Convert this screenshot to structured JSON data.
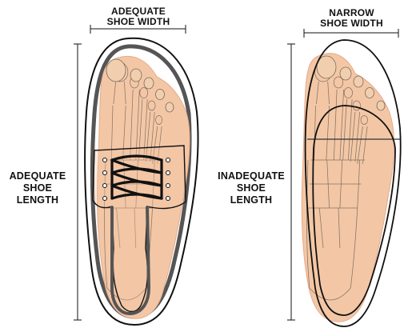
{
  "labels": {
    "adequate_width_1": "ADEQUATE",
    "adequate_width_2": "SHOE WIDTH",
    "narrow_width_1": "NARROW",
    "narrow_width_2": "SHOE WIDTH",
    "adequate_length_1": "ADEQUATE",
    "adequate_length_2": "SHOE",
    "adequate_length_3": "LENGTH",
    "inadequate_length_1": "INADEQUATE",
    "inadequate_length_2": "SHOE",
    "inadequate_length_3": "LENGTH"
  },
  "colors": {
    "skin": "#f3c7a5",
    "skin_outline": "#e8a98a",
    "bone": "#f1cfae",
    "bone_line": "#7a6a5e",
    "shoe_outline": "#111111",
    "shoe_rim": "#555555",
    "lace": "#111111"
  }
}
